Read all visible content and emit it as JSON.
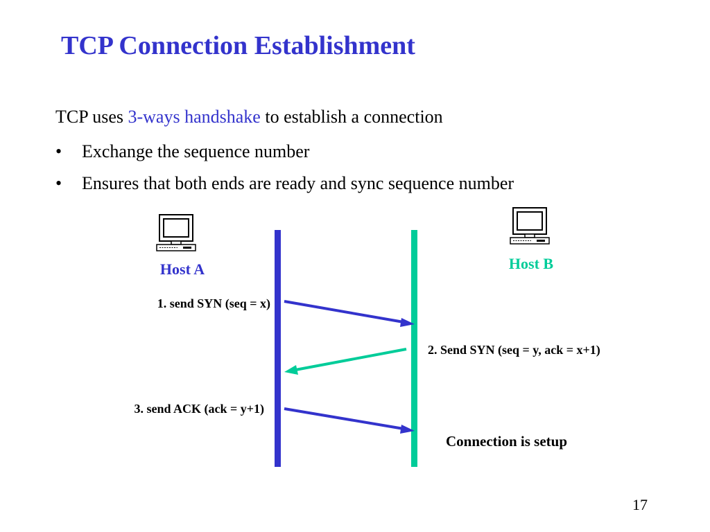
{
  "slide": {
    "title": "TCP Connection Establishment",
    "intro": {
      "before": "TCP uses ",
      "highlight": "3-ways handshake",
      "after": " to establish a connection"
    },
    "bullets": [
      {
        "marker": "•",
        "text": "Exchange the sequence number"
      },
      {
        "marker": "•",
        "text": "Ensures that both ends are ready and sync sequence number"
      }
    ],
    "page_number": "17"
  },
  "diagram": {
    "hosts": {
      "a": {
        "label": "Host A",
        "icon": "computer-icon"
      },
      "b": {
        "label": "Host B",
        "icon": "computer-icon"
      }
    },
    "steps": [
      {
        "label": "1.  send SYN (seq = x)"
      },
      {
        "label": "2. Send SYN (seq = y, ack = x+1)"
      },
      {
        "label": "3.  send ACK (ack = y+1)"
      }
    ],
    "status": "Connection is setup"
  },
  "colors": {
    "title": "#3333cc",
    "host_a": "#3333cc",
    "host_b": "#00cc99",
    "arrow_a_to_b": "#3333cc",
    "arrow_b_to_a": "#00cc99"
  }
}
